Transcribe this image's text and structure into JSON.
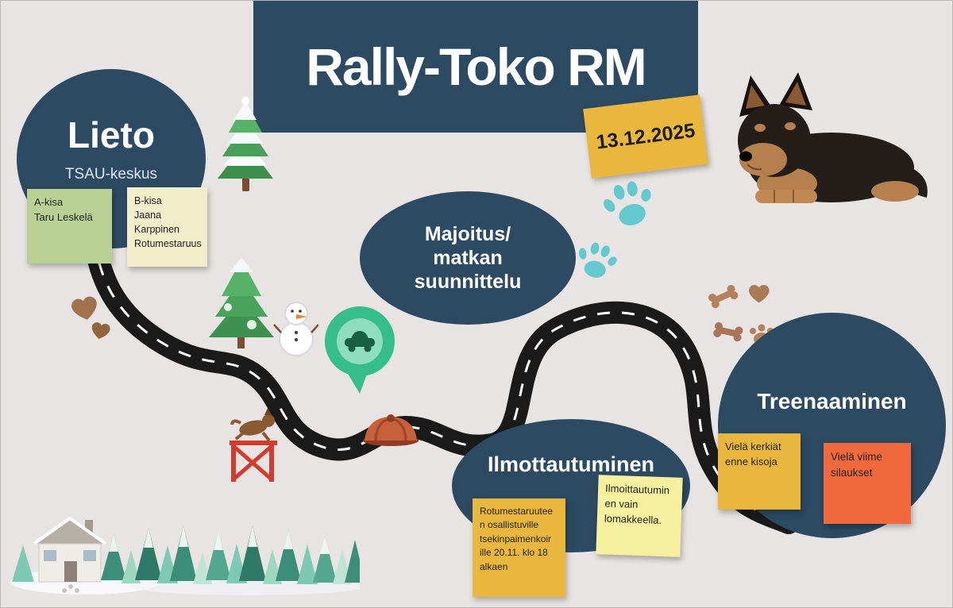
{
  "title": "Rally-Toko RM",
  "date_note": "13.12.2025",
  "colors": {
    "background": "#e8e4e3",
    "navy": "#2d4a63",
    "sticky_yellow": "#e9b73e",
    "sticky_green": "#b9d095",
    "sticky_cream": "#f1ecc9",
    "sticky_light_yellow": "#f6ef9d",
    "sticky_orange": "#f1693c",
    "road_black": "#1a1a1a",
    "pin_green": "#35bd8d",
    "paw_teal": "#57c7cd"
  },
  "nodes": {
    "lieto": {
      "title": "Lieto",
      "subtitle": "TSAU-keskus"
    },
    "majoitus": {
      "label": "Majoitus/\nmatkan\nsuunnittelu"
    },
    "ilmottautuminen": {
      "label": "Ilmottautuminen"
    },
    "treenaaminen": {
      "label": "Treenaaminen"
    }
  },
  "sticky_notes": {
    "a_kisa": "A-kisa\nTaru Leskelä",
    "b_kisa": "B-kisa\nJaana\nKarppinen\nRotumestaruus",
    "registration_info": "Rotumestaruutee\nn osallistuville\ntsekinpaimenkoir\nille 20.11. klo 18\nalkaen",
    "registration_form": "Ilmoittautumin\nen vain\nlomakkeella.",
    "training_1": "Vielä kerkiät\nenne kisoja",
    "training_2": "Vielä viime\nsilaukset"
  }
}
